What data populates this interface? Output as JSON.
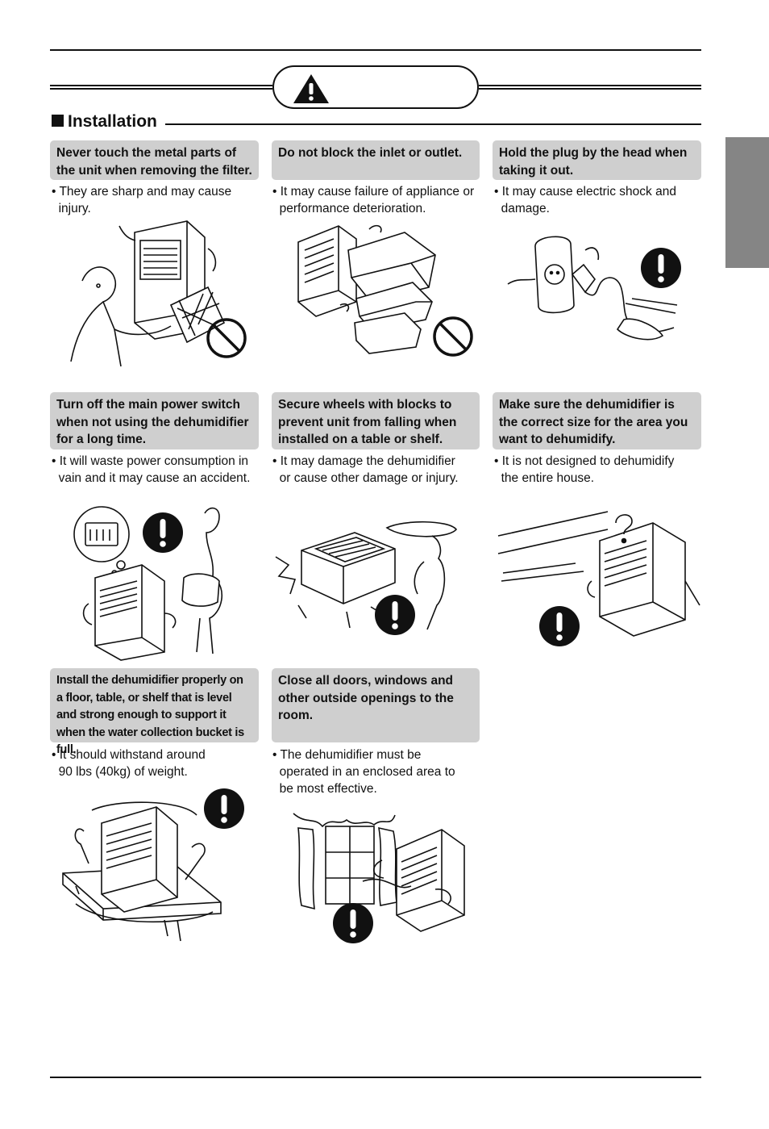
{
  "section": {
    "title": "Installation"
  },
  "items": [
    {
      "header": "Never touch the metal parts of the unit when removing the filter.",
      "note": "• They are sharp and may cause\n  injury.",
      "symbol": "prohibition-icon"
    },
    {
      "header": "Do not block the inlet or outlet.",
      "note": "• It may cause failure of appliance or\n  performance deterioration.",
      "symbol": "prohibition-icon"
    },
    {
      "header": "Hold the plug by the head when taking it out.",
      "note": "• It may cause electric shock and\n  damage.",
      "symbol": "exclamation-icon"
    },
    {
      "header": "Turn off the main power switch when not using the dehumidifier for a long time.",
      "note": "• It will waste power consumption in\n  vain and it may cause an accident.",
      "symbol": "exclamation-icon"
    },
    {
      "header": "Secure wheels with blocks to prevent unit from falling when installed on a table or shelf.",
      "note": "• It may damage the dehumidifier\n  or cause other damage or injury.",
      "symbol": "exclamation-icon"
    },
    {
      "header": "Make sure the dehumidifier is the correct size for the area you want to dehumidify.",
      "note": "• It is not designed to dehumidify\n  the entire house.",
      "symbol": "exclamation-icon"
    },
    {
      "header": "Install the dehumidifier properly on a floor, table, or shelf that is level and strong enough to support it when the water collection bucket is full.",
      "note": "• It should withstand around\n  90 lbs (40kg) of weight.",
      "symbol": "exclamation-icon"
    },
    {
      "header": "Close all doors, windows and other outside openings to the room.",
      "note": "• The dehumidifier must be\n  operated in an enclosed area to\n  be most effective.",
      "symbol": "exclamation-icon"
    }
  ]
}
